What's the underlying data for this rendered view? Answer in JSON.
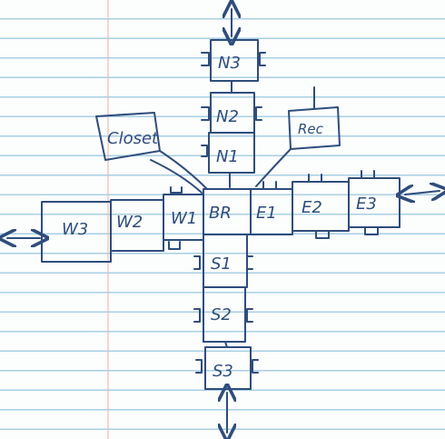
{
  "diagram": {
    "labels": {
      "n3": "N3",
      "n2": "N2",
      "n1": "N1",
      "closet": "Closet",
      "rec": "Rec",
      "w3": "W3",
      "w2": "W2",
      "w1": "W1",
      "br": "BR",
      "e1": "E1",
      "e2": "E2",
      "e3": "E3",
      "s1": "S1",
      "s2": "S2",
      "s3": "S3"
    },
    "ink_color": "#2f4d7c",
    "paper_line_color": "#a9cfe3",
    "margin_color": "#e8b7b7"
  }
}
